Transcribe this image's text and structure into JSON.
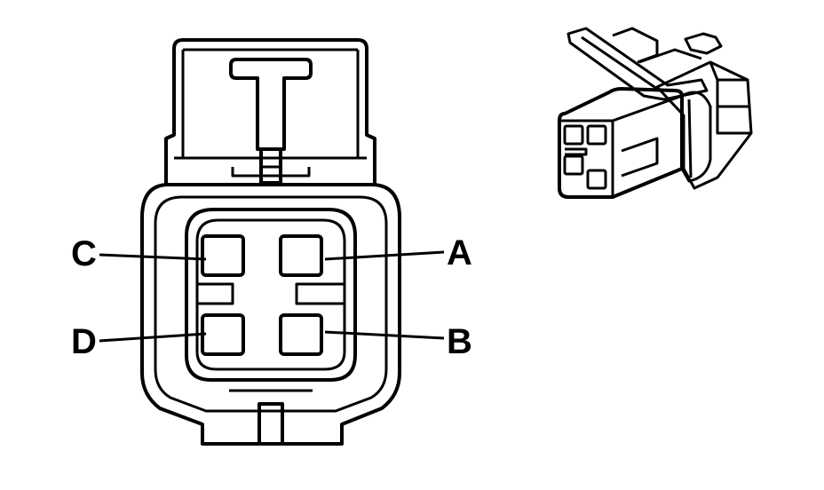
{
  "diagram": {
    "terminal_labels": {
      "a": "A",
      "b": "B",
      "c": "C",
      "d": "D"
    }
  },
  "colors": {
    "line": "#000000",
    "background": "#ffffff"
  }
}
